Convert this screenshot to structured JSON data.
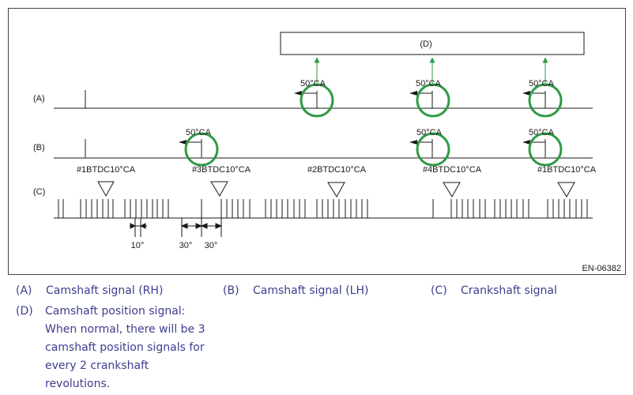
{
  "figure": {
    "code": "EN-06382",
    "box_d_label": "(D)",
    "rows": [
      {
        "id": "A",
        "label": "(A)"
      },
      {
        "id": "B",
        "label": "(B)"
      },
      {
        "id": "C",
        "label": "(C)"
      }
    ],
    "angle_label": "50°CA",
    "tdc_labels": [
      "#1BTDC10°CA",
      "#3BTDC10°CA",
      "#2BTDC10°CA",
      "#4BTDC10°CA",
      "#1BTDC10°CA"
    ],
    "dims": {
      "d1": "10°",
      "d2": "30°",
      "d3": "30°"
    },
    "accent_color": "#2e9a45",
    "line_color": "#1a1a1a"
  },
  "legend": [
    {
      "key": "(A)",
      "text": "Camshaft signal (RH)"
    },
    {
      "key": "(B)",
      "text": "Camshaft signal (LH)"
    },
    {
      "key": "(C)",
      "text": "Crankshaft signal"
    }
  ],
  "legend_d": {
    "key": "(D)",
    "lines": [
      "Camshaft position signal:",
      "When normal, there will be 3",
      "camshaft position signals for",
      "every 2 crankshaft",
      "revolutions."
    ]
  }
}
